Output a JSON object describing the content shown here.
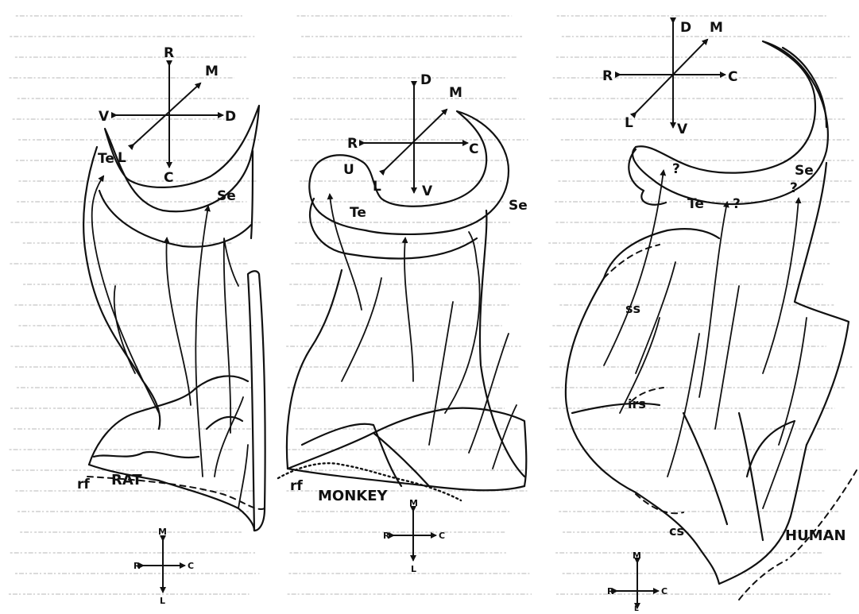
{
  "panels": [
    {
      "id": "rat",
      "title": "RAT",
      "surface_label": "rf",
      "compass_large": {
        "up": "R",
        "down": "C",
        "left": "V",
        "right": "D",
        "diag_up": "M",
        "diag_down": "L"
      },
      "region_labels": [
        "Te",
        "Se"
      ],
      "compass_small": {
        "up": "M",
        "down": "L",
        "left": "R",
        "right": "C"
      }
    },
    {
      "id": "monkey",
      "title": "MONKEY",
      "surface_label": "rf",
      "compass_large": {
        "up": "D",
        "down": "V",
        "left": "R",
        "right": "C",
        "diag_up": "M",
        "diag_down": "L"
      },
      "region_labels": [
        "U",
        "Te",
        "Se"
      ],
      "compass_small": {
        "up": "M",
        "down": "L",
        "left": "R",
        "right": "C"
      }
    },
    {
      "id": "human",
      "title": "HUMAN",
      "surface_labels": [
        "ss",
        "irs",
        "cs"
      ],
      "compass_large": {
        "up": "D",
        "down": "V",
        "left": "R",
        "right": "C",
        "diag_up": "M",
        "diag_down": "L"
      },
      "region_labels": [
        "Te",
        "Se"
      ],
      "unknown_marks": [
        "?",
        "?",
        "?"
      ],
      "compass_small": {
        "up": "M",
        "down": "L",
        "left": "R",
        "right": "C"
      }
    }
  ]
}
